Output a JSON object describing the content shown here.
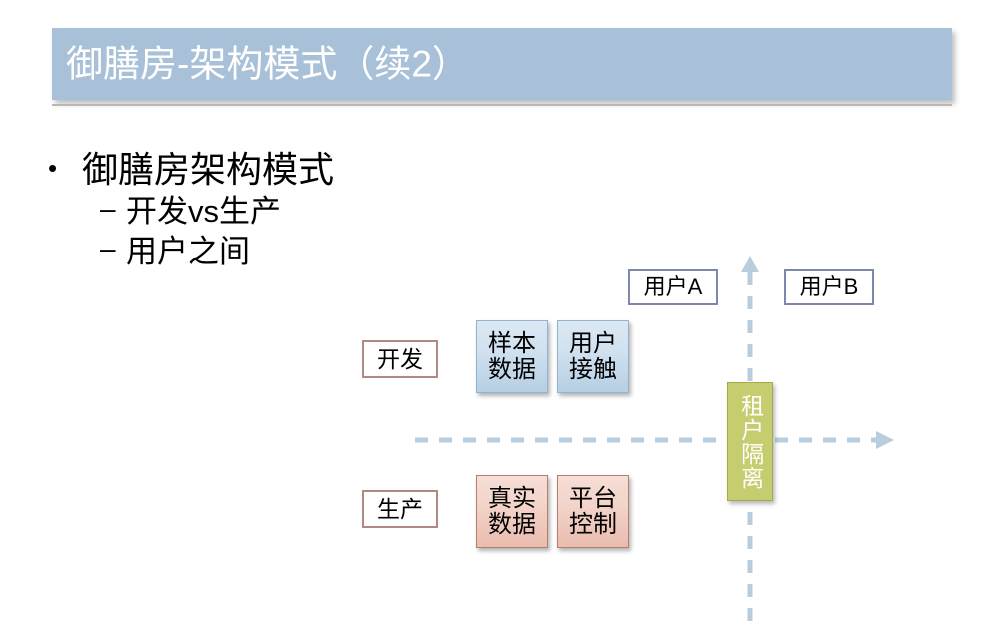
{
  "slide": {
    "title": "御膳房-架构模式（续2）",
    "bullets": [
      {
        "marker": "•",
        "text": "御膳房架构模式",
        "level": 1
      },
      {
        "marker": "–",
        "text": "开发vs生产",
        "level": 2
      },
      {
        "marker": "–",
        "text": "用户之间",
        "level": 2
      }
    ]
  },
  "diagram": {
    "row_labels": {
      "dev": "开发",
      "prod": "生产"
    },
    "column_labels": {
      "user_a": "用户A",
      "user_b": "用户B"
    },
    "dev_cells": [
      {
        "line1": "样本",
        "line2": "数据"
      },
      {
        "line1": "用户",
        "line2": "接触"
      }
    ],
    "prod_cells": [
      {
        "line1": "真实",
        "line2": "数据"
      },
      {
        "line1": "平台",
        "line2": "控制"
      }
    ],
    "isolation_label": "租户隔离",
    "axes": {
      "vertical_axis_name": "tenant-separation-axis",
      "horizontal_axis_name": "dev-prod-axis"
    }
  },
  "colors": {
    "title_bar": "#a8c0d8",
    "title_text": "#ffffff",
    "blue_fill": "#cfe0ef",
    "blue_border": "#93b3ce",
    "pink_fill": "#f2d3c8",
    "pink_border": "#b57f6e",
    "green_fill": "#c6cd6e",
    "green_border": "#a3ab4d",
    "label_border": "#b08a80",
    "user_border": "#7c87ab",
    "axis_dash": "#b9cddc"
  }
}
